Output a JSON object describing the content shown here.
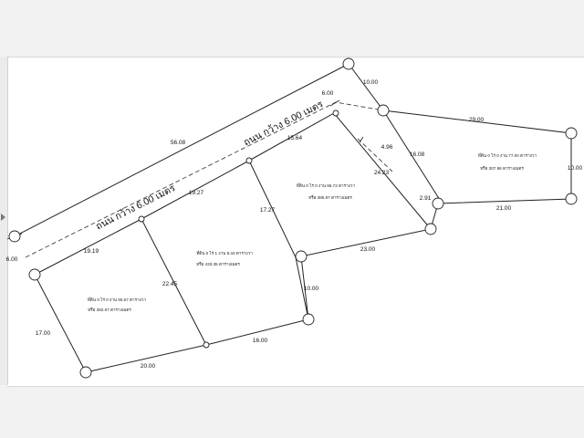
{
  "road_labels": [
    "ถนน กว้าง 6.00 เมตร",
    "ถนน กว้าง 6.00 เมตร"
  ],
  "dimensions": [
    "10.00",
    "6.00",
    "56.08",
    "15.64",
    "19.27",
    "17.27",
    "4.96",
    "16.08",
    "29.00",
    "10.00",
    "24.23",
    "2.91",
    "21.00",
    "6.00",
    "19.19",
    "22.45",
    "23.00",
    "10.00",
    "17.00",
    "16.00",
    "20.00"
  ],
  "plots": [
    {
      "line1": "ที่ดิน 0 ไร่ 0 งาน 95.67 ตารางวา",
      "line2": "หรือ 382.67 ตารางเมตร"
    },
    {
      "line1": "ที่ดิน 0 ไร่ 1 งาน 8.34 ตารางวา",
      "line2": "หรือ 433.35 ตารางเมตร"
    },
    {
      "line1": "ที่ดิน 0 ไร่ 0 งาน 96.72 ตารางวา",
      "line2": "หรือ 386.87 ตารางเมตร"
    },
    {
      "line1": "ที่ดิน 0 ไร่ 0 งาน 77.00 ตารางวา",
      "line2": "หรือ 307.98 ตารางเมตร"
    }
  ]
}
